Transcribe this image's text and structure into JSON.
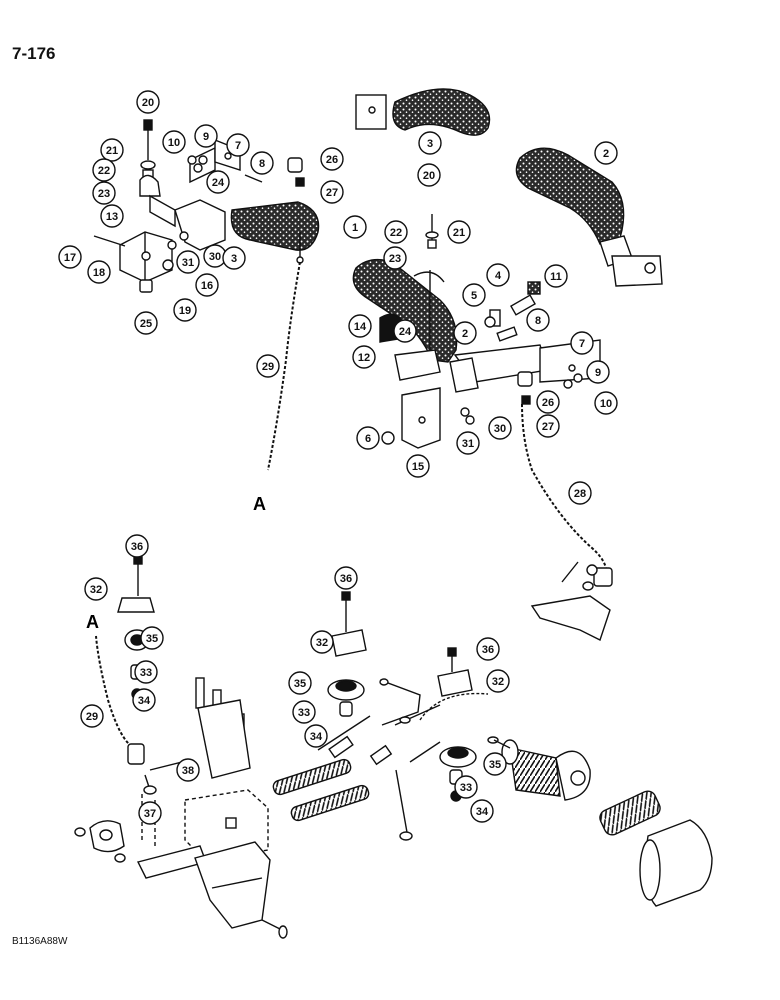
{
  "page": {
    "number": "7-176",
    "figure_code": "B1136A88W"
  },
  "connector_labels": [
    "A",
    "A"
  ],
  "callouts": [
    "20",
    "21",
    "22",
    "23",
    "10",
    "9",
    "7",
    "8",
    "26",
    "27",
    "24",
    "13",
    "31",
    "30",
    "17",
    "18",
    "16",
    "19",
    "25",
    "3",
    "3",
    "2",
    "1",
    "20",
    "22",
    "21",
    "23",
    "24",
    "4",
    "11",
    "5",
    "8",
    "14",
    "2",
    "12",
    "7",
    "9",
    "10",
    "26",
    "27",
    "6",
    "30",
    "31",
    "15",
    "29",
    "28",
    "36",
    "32",
    "35",
    "33",
    "34",
    "37",
    "38",
    "29",
    "36",
    "32",
    "35",
    "33",
    "34",
    "36",
    "32",
    "35",
    "33",
    "34"
  ]
}
